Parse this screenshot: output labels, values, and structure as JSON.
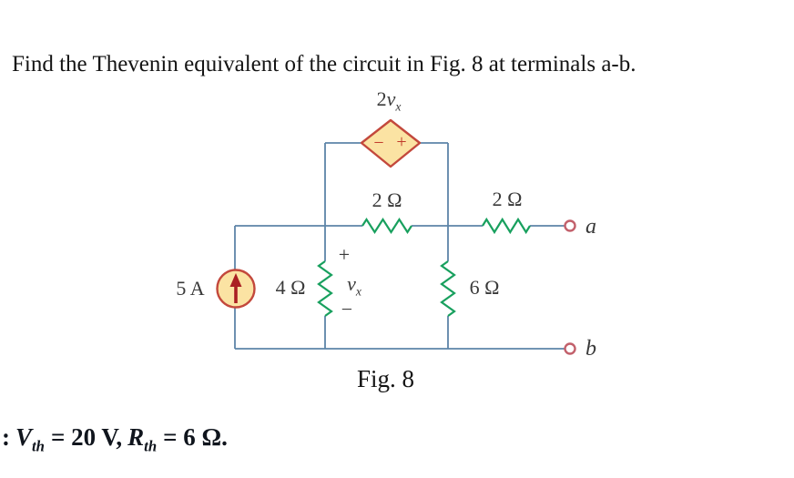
{
  "title": "Find the Thevenin equivalent of the circuit in Fig. 8 at terminals a-b.",
  "figure": {
    "caption": "Fig. 8",
    "dep_source": {
      "coef": "2",
      "var": "v",
      "sub": "x",
      "minus": "−",
      "plus": "+"
    },
    "resistors": {
      "top_left": "2 Ω",
      "top_right": "2 Ω",
      "left": "4 Ω",
      "right": "6 Ω"
    },
    "current_source": {
      "label": "5 A"
    },
    "vx": {
      "plus": "+",
      "var": "v",
      "sub": "x",
      "minus": "−"
    },
    "terminals": {
      "a": "a",
      "b": "b"
    },
    "colors": {
      "wire": "#5d84a8",
      "resistor": "#18a05e",
      "source_fill": "#fbe3a3",
      "source_border": "#c3483c",
      "arrow": "#aa1f23",
      "terminal": "#c2606b",
      "label": "#3a3a3a",
      "polarity": "#c0392b"
    }
  },
  "answer": {
    "colon": ":",
    "v_symbol": "V",
    "v_sub": "th",
    "v_value": "= 20 V,",
    "r_symbol": "R",
    "r_sub": "th",
    "r_value": "= 6 Ω."
  }
}
